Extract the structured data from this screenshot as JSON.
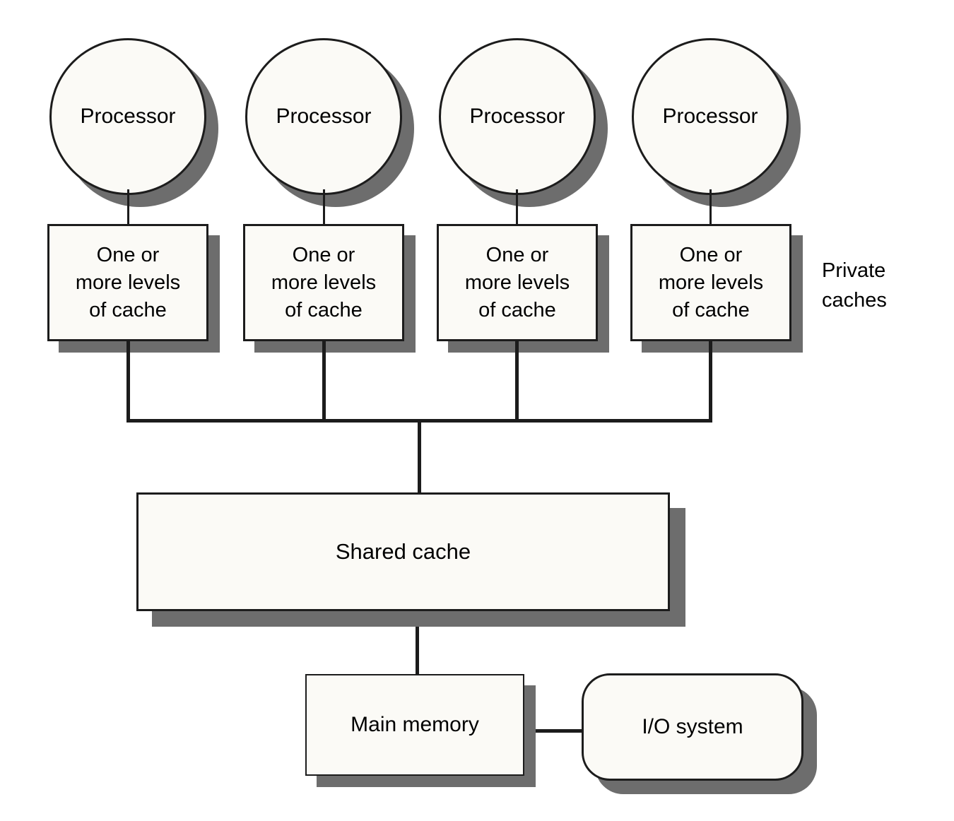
{
  "diagram": {
    "description": "Multicore chip memory hierarchy diagram",
    "processors": [
      {
        "label": "Processor"
      },
      {
        "label": "Processor"
      },
      {
        "label": "Processor"
      },
      {
        "label": "Processor"
      }
    ],
    "private_caches": [
      {
        "label": "One or\nmore levels\nof cache"
      },
      {
        "label": "One or\nmore levels\nof cache"
      },
      {
        "label": "One or\nmore levels\nof cache"
      },
      {
        "label": "One or\nmore levels\nof cache"
      }
    ],
    "annotation": {
      "label": "Private\ncaches"
    },
    "shared_cache": {
      "label": "Shared cache"
    },
    "main_memory": {
      "label": "Main memory"
    },
    "io_system": {
      "label": "I/O system"
    },
    "colors": {
      "background": "#ffffff",
      "node_fill": "#fbfaf6",
      "node_border": "#1c1c1c",
      "shadow": "#6d6d6d",
      "line": "#1c1c1c",
      "text": "#000000"
    }
  }
}
